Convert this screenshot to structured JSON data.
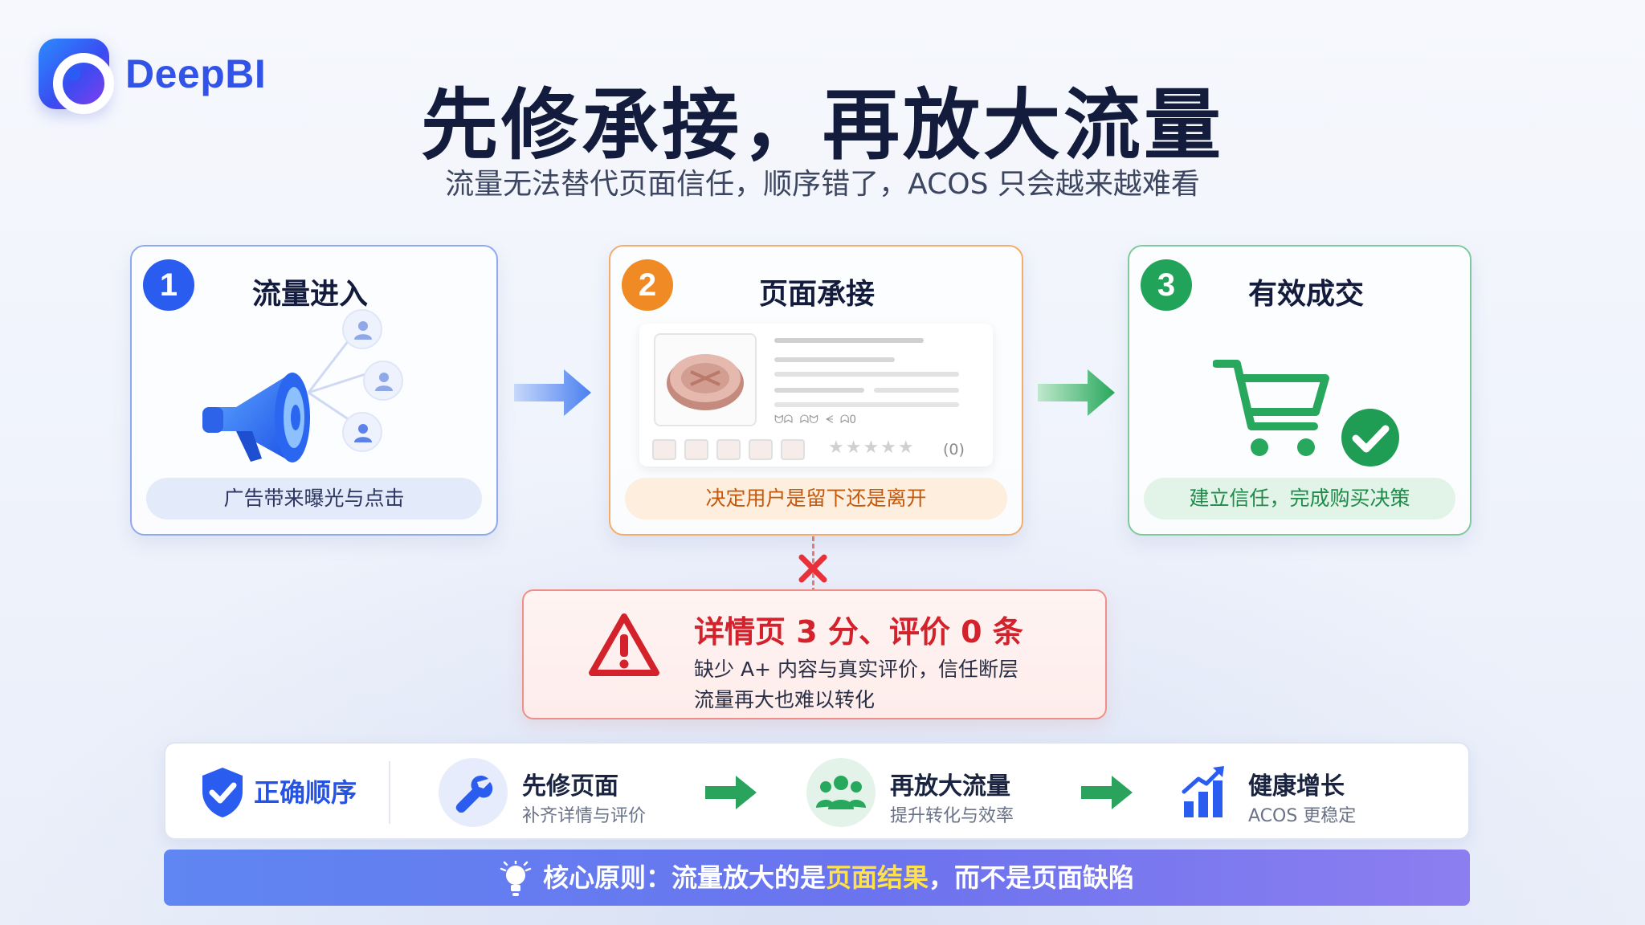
{
  "brand": {
    "name": "DeepBI"
  },
  "header": {
    "title": "先修承接，再放大流量",
    "subtitle": "流量无法替代页面信任，顺序错了，ACOS 只会越来越难看"
  },
  "steps": [
    {
      "number": "1",
      "title": "流量进入",
      "caption": "广告带来曝光与点击"
    },
    {
      "number": "2",
      "title": "页面承接",
      "caption": "决定用户是留下还是离开"
    },
    {
      "number": "3",
      "title": "有效成交",
      "caption": "建立信任，完成购买决策"
    }
  ],
  "product_mock": {
    "mini_text": "ᗢᗣ ᗣᗢ ᗕ ᗣO",
    "stars": "★★★★★",
    "review_count": "(0)"
  },
  "warning": {
    "title": "详情页 3 分、评价 0 条",
    "line1": "缺少 A+ 内容与真实评价，信任断层",
    "line2": "流量再大也难以转化"
  },
  "order": {
    "label": "正确顺序",
    "steps": [
      {
        "title": "先修页面",
        "subtitle": "补齐详情与评价"
      },
      {
        "title": "再放大流量",
        "subtitle": "提升转化与效率"
      },
      {
        "title": "健康增长",
        "subtitle": "ACOS 更稳定"
      }
    ]
  },
  "principle": {
    "prefix": "核心原则：流量放大的是",
    "highlight": "页面结果",
    "suffix": "，而不是页面缺陷"
  },
  "colors": {
    "blue": "#2a5cf0",
    "orange": "#f08a24",
    "green": "#22a35a",
    "red": "#d3222c"
  }
}
